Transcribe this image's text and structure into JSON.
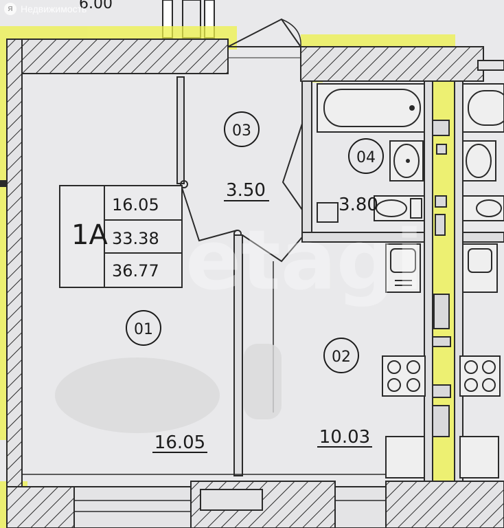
{
  "header_dimension": "6.00",
  "watermark": {
    "site": "Недвижимость",
    "badge": "etagi"
  },
  "unit": {
    "code": "1A",
    "living_area": "16.05",
    "total_area_no_balcony": "33.38",
    "total_area": "36.77"
  },
  "rooms": [
    {
      "number": "01",
      "area": "16.05"
    },
    {
      "number": "02",
      "area": "10.03"
    },
    {
      "number": "03",
      "area": "3.50"
    },
    {
      "number": "04",
      "area": "3.80"
    }
  ],
  "colors": {
    "highlight": "#eef24a",
    "paper": "#e9e9eb",
    "ink": "#1b1b1b"
  }
}
